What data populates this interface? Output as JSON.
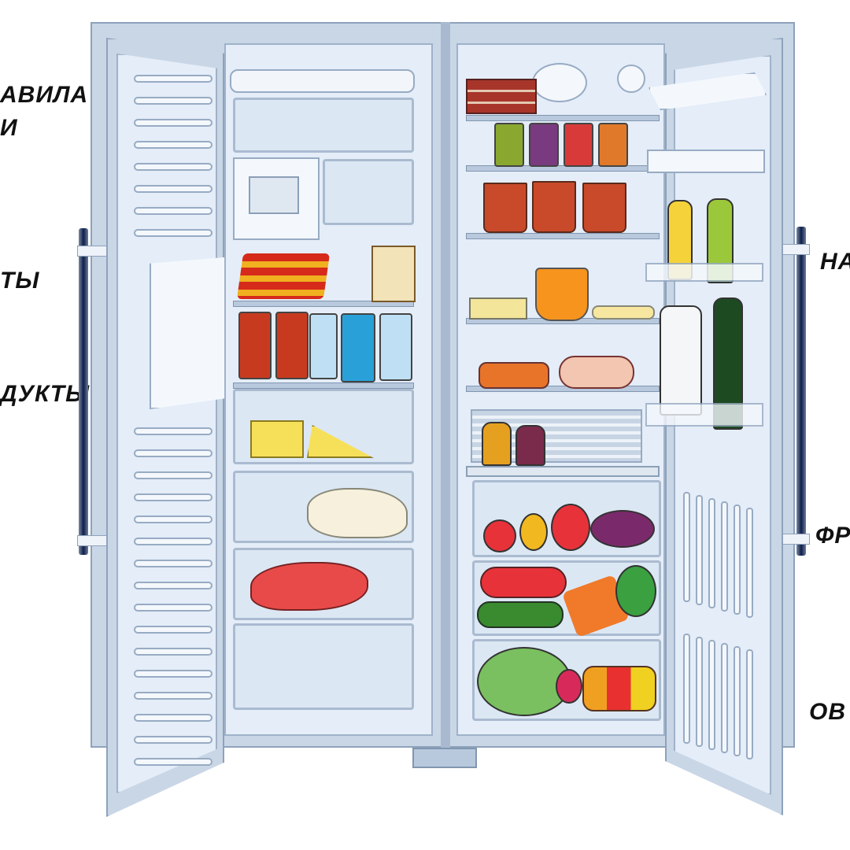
{
  "labels": {
    "left": [
      "АВИЛА",
      "И",
      "ТЫ",
      "ДУКТЫ"
    ],
    "right": [
      "НА",
      "ФР",
      "ОВ"
    ]
  },
  "colors": {
    "body": "#c9d6e6",
    "interior": "#e4edf8",
    "handle": "#0d1e4a"
  }
}
